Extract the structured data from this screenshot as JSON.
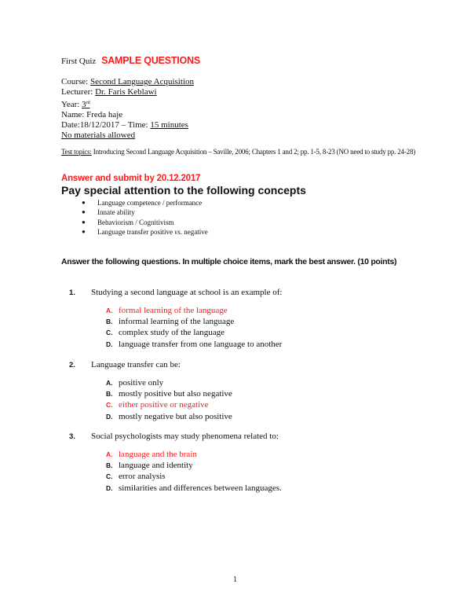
{
  "header": {
    "quiz_label": "First Quiz",
    "sample_label": "SAMPLE QUESTIONS"
  },
  "meta": {
    "course_label": "Course: ",
    "course_value": "Second Language Acquisition",
    "lecturer_label": "Lecturer: ",
    "lecturer_value": "Dr. Faris Keblawi",
    "year_label": "Year: ",
    "year_value": "3",
    "year_suffix": "rd",
    "name_line": "Name: Freda haje",
    "date_line": "Date:18/12/2017 – Time: ",
    "time_value": "15 minutes",
    "materials": "No materials allowed"
  },
  "topics": {
    "label": "Test topics:",
    "text": " Introducing Second Language Acquisition – Saville, 2006; Chapters 1 and 2; pp. 1-5, 8-23 (NO need to study pp. 24-28)"
  },
  "deadline": "Answer and submit by 20.12.2017",
  "attention_heading": "Pay special attention to the following concepts",
  "concepts": [
    {
      "pre": "Language competence / performance",
      "italic": "",
      "post": ""
    },
    {
      "pre": "Innate ability",
      "italic": "",
      "post": ""
    },
    {
      "pre": "Behaviorism / Cognitivism",
      "italic": "",
      "post": ""
    },
    {
      "pre": "Language transfer positive ",
      "italic": "vs.",
      "post": " negative"
    }
  ],
  "instructions": "Answer the following questions. In multiple choice items, mark the best answer. (10 points)",
  "questions": [
    {
      "number": "1.",
      "text": "Studying a second language at school is an example of:",
      "options": [
        {
          "letter": "A.",
          "text": "formal learning of the language",
          "selected": true
        },
        {
          "letter": "B.",
          "text": "informal learning of the language",
          "selected": false
        },
        {
          "letter": "C.",
          "text": "complex study of the language",
          "selected": false
        },
        {
          "letter": "D.",
          "text": "language transfer from one language to another",
          "selected": false
        }
      ]
    },
    {
      "number": "2.",
      "text": "Language transfer can be:",
      "options": [
        {
          "letter": "A.",
          "text": "positive only",
          "selected": false
        },
        {
          "letter": "B.",
          "text": "mostly positive but also negative",
          "selected": false
        },
        {
          "letter": "C.",
          "text": "either positive or negative",
          "selected": true
        },
        {
          "letter": "D.",
          "text": "mostly negative but also positive",
          "selected": false
        }
      ]
    },
    {
      "number": "3.",
      "text": "Social psychologists may study phenomena related to:",
      "options": [
        {
          "letter": "A.",
          "text": "language and the brain",
          "selected": true
        },
        {
          "letter": "B.",
          "text": "language and identity",
          "selected": false
        },
        {
          "letter": "C.",
          "text": "error analysis",
          "selected": false
        },
        {
          "letter": "D.",
          "text": "similarities and differences between languages.",
          "selected": false
        }
      ]
    }
  ],
  "page_number": "1",
  "colors": {
    "highlight_red": "#ff1a1a",
    "text": "#111111",
    "background": "#ffffff"
  }
}
